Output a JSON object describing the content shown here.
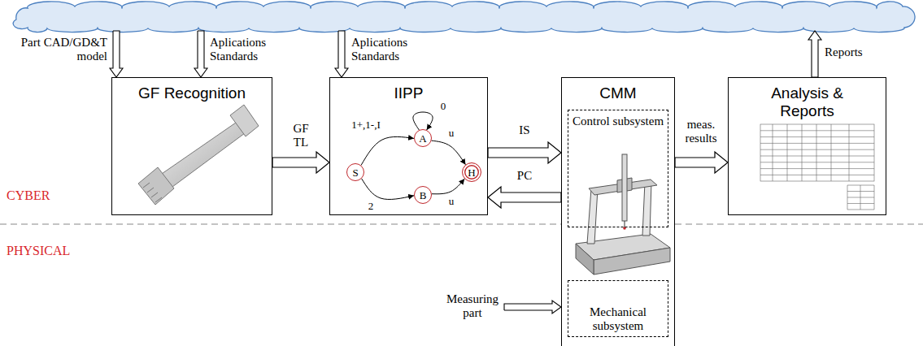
{
  "diagram": {
    "nodes": [
      {
        "text": [
          "GF Recognition"
        ]
      },
      {
        "text": [
          "IIPP"
        ]
      },
      {
        "text": [
          "S"
        ],
        "in": 1
      },
      {
        "text": [
          "A"
        ],
        "in": 1
      },
      {
        "text": [
          "B"
        ],
        "in": 1
      },
      {
        "text": [
          "H"
        ],
        "in": 1
      },
      {
        "text": [
          "CMM"
        ]
      },
      {
        "text": [
          "Control subsystem"
        ],
        "in": 6
      },
      {
        "text": [
          "Mechanical subsystem"
        ],
        "in": 6
      },
      {
        "text": [
          "Analysis & Reports"
        ]
      }
    ],
    "edges": [
      {
        "from": 0,
        "to": 1,
        "arrow": "to",
        "label": "GF TL"
      },
      {
        "from": 1,
        "to": 6,
        "arrow": "to",
        "label": "IS"
      },
      {
        "from": 6,
        "to": 1,
        "arrow": "to",
        "label": "PC"
      },
      {
        "from": 6,
        "to": 9,
        "arrow": "to",
        "label": "meas. results"
      },
      {
        "from": 2,
        "to": 3,
        "arrow": "to",
        "label": "1+,1-,I"
      },
      {
        "from": 3,
        "to": 3,
        "arrow": "to",
        "label": "0"
      },
      {
        "from": 2,
        "to": 4,
        "arrow": "to",
        "label": "2"
      },
      {
        "from": 3,
        "to": 5,
        "arrow": "to",
        "label": "u"
      },
      {
        "from": 4,
        "to": 5,
        "arrow": "to",
        "label": "u"
      }
    ],
    "labels": [
      "Part CAD/GD&T model",
      "Aplications Standards",
      "Aplications Standards",
      "Reports",
      "CYBER",
      "PHYSICAL",
      "Measuring part"
    ]
  }
}
